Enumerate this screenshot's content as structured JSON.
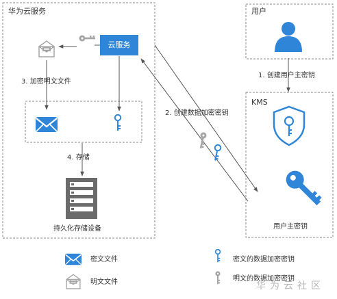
{
  "huawei_cloud": {
    "title": "华为云服务",
    "cloud_service_label": "云服务"
  },
  "user_zone": {
    "title": "用户"
  },
  "kms_zone": {
    "title": "KMS",
    "cmk_label": "用户主密钥"
  },
  "steps": {
    "step1": "1. 创建用户主密钥",
    "step2": "2. 创建数据加密密钥",
    "step3": "3. 加密明文文件",
    "step4": "4. 存储"
  },
  "storage_label": "持久化存储设备",
  "legend": {
    "ciphertext_file": "密文文件",
    "plaintext_file": "明文文件",
    "encrypted_dek": "密文的数据加密密钥",
    "plaintext_dek": "明文的数据加密密钥"
  },
  "watermark": "华为云社区",
  "colors": {
    "blue": "#2f86d9",
    "grey": "#a6a6a6",
    "dash": "#8a8a8a"
  },
  "icons": [
    "user-icon",
    "shield-key-icon",
    "key-icon",
    "envelope-icon",
    "server-icon"
  ]
}
